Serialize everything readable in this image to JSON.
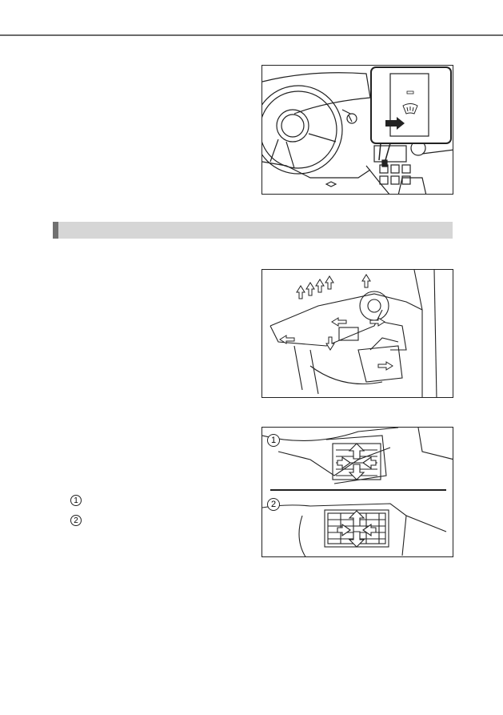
{
  "page": {
    "section_title": ""
  },
  "figures": {
    "defogger_switch": {
      "icon": "windshield-defogger-icon"
    },
    "airflow": {
      "icon": "airflow-arrows"
    },
    "vents": {
      "label_1": "1",
      "label_2": "2"
    }
  },
  "legend": [
    {
      "number": "1",
      "text": ""
    },
    {
      "number": "2",
      "text": ""
    }
  ],
  "colors": {
    "rule": "#6b6b6b",
    "section_bar": "#d6d6d6",
    "section_accent": "#707070",
    "line_art": "#222222"
  }
}
